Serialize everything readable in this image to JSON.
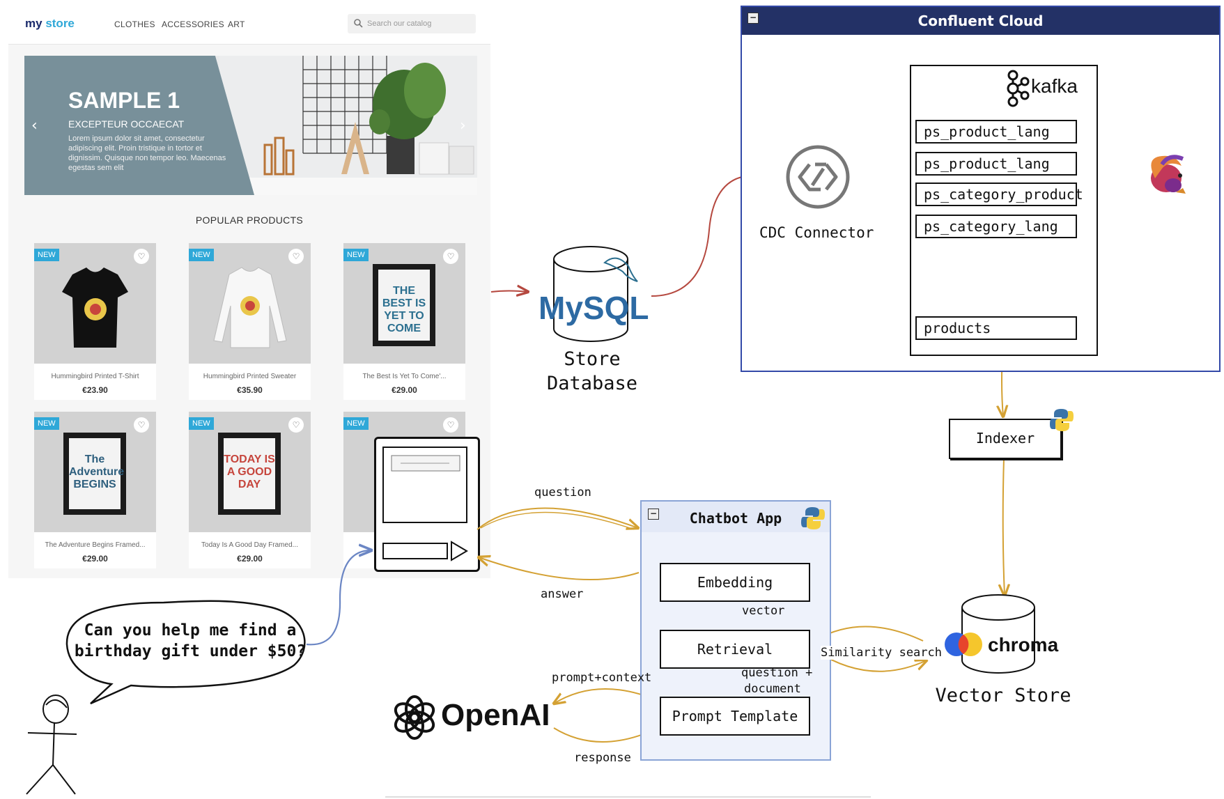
{
  "store": {
    "logo_part1": "my",
    "logo_part2": "store",
    "nav": [
      "CLOTHES",
      "ACCESSORIES",
      "ART"
    ],
    "search_placeholder": "Search our catalog",
    "hero": {
      "title": "SAMPLE 1",
      "subtitle": "EXCEPTEUR OCCAECAT",
      "body": "Lorem ipsum dolor sit amet, consectetur adipiscing elit. Proin tristique in tortor et dignissim. Quisque non tempor leo. Maecenas egestas sem elit"
    },
    "section_title": "POPULAR PRODUCTS",
    "badge": "NEW",
    "products": [
      {
        "name": "Hummingbird Printed T-Shirt",
        "price": "€23.90"
      },
      {
        "name": "Hummingbird Printed Sweater",
        "price": "€35.90"
      },
      {
        "name": "The Best Is Yet To Come'...",
        "price": "€29.00"
      },
      {
        "name": "The Adventure Begins Framed...",
        "price": "€29.00"
      },
      {
        "name": "Today Is A Good Day Framed...",
        "price": "€29.00"
      },
      {
        "name": "",
        "price": ""
      }
    ],
    "poster_texts": [
      "THE BEST IS YET TO COME",
      "The Adventure BEGINS",
      "TODAY IS A GOOD DAY"
    ]
  },
  "mysql": {
    "logo": "MySQL",
    "label_line1": "Store",
    "label_line2": "Database"
  },
  "confluent": {
    "title": "Confluent Cloud",
    "kafka_label": "kafka",
    "cdc_label": "CDC Connector",
    "topics": [
      "ps_product_lang",
      "ps_product_lang",
      "ps_category_product",
      "ps_category_lang"
    ],
    "output_topic": "products"
  },
  "indexer": {
    "label": "Indexer"
  },
  "vector_store": {
    "logo": "chroma",
    "label": "Vector Store"
  },
  "chatbot": {
    "title": "Chatbot App",
    "steps": [
      "Embedding",
      "Retrieval",
      "Prompt Template"
    ],
    "edge_vector": "vector",
    "edge_qdoc_1": "question +",
    "edge_qdoc_2": "document"
  },
  "edges": {
    "question": "question",
    "answer": "answer",
    "similarity": "Similarity search",
    "prompt_context": "prompt+context",
    "response": "response"
  },
  "openai": {
    "logo": "OpenAI"
  },
  "user": {
    "speech_line1": "Can you help me find a",
    "speech_line2": "birthday gift under $50?"
  },
  "colors": {
    "kafka_arrows": "#6b86c4",
    "flow_arrows": "#d4a133",
    "mysql_arrow": "#b5483f",
    "confluent_header": "#233166"
  }
}
